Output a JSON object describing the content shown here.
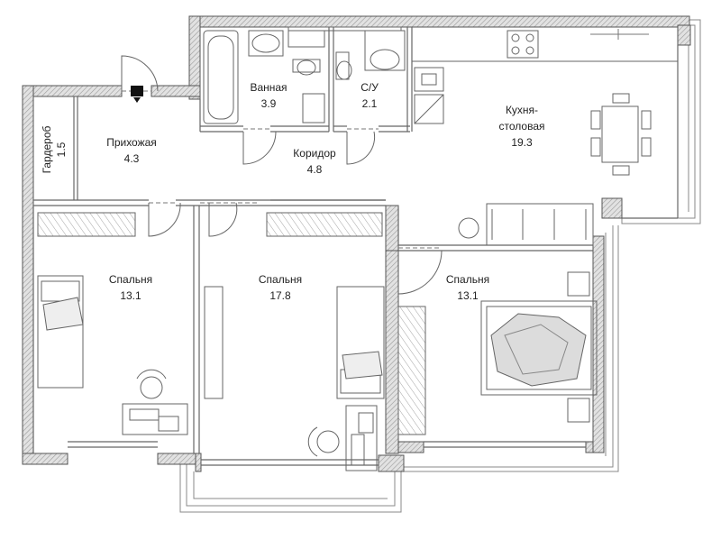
{
  "plan": {
    "rooms": [
      {
        "id": "wardrobe",
        "name": "Гардероб",
        "area": "1.5"
      },
      {
        "id": "hall",
        "name": "Прихожая",
        "area": "4.3"
      },
      {
        "id": "bathroom",
        "name": "Ванная",
        "area": "3.9"
      },
      {
        "id": "wc",
        "name": "С/У",
        "area": "2.1"
      },
      {
        "id": "corridor",
        "name": "Коридор",
        "area": "4.8"
      },
      {
        "id": "kitchen",
        "name": "Кухня-",
        "name2": "столовая",
        "area": "19.3"
      },
      {
        "id": "bedroom_left",
        "name": "Спальня",
        "area": "13.1"
      },
      {
        "id": "bedroom_mid",
        "name": "Спальня",
        "area": "17.8"
      },
      {
        "id": "bedroom_right",
        "name": "Спальня",
        "area": "13.1"
      }
    ],
    "colors": {
      "wall_fill": "#d0d0d0",
      "wall_stroke": "#555555",
      "line": "#777777",
      "hatch": "#9a9a9a",
      "text": "#222222",
      "background": "#ffffff"
    },
    "icons": [
      "entrance-marker-icon",
      "door-swing-icon",
      "bathtub-icon",
      "sink-icon",
      "toilet-icon",
      "stove-icon",
      "dining-table-icon",
      "bed-icon",
      "desk-icon",
      "office-chair-icon",
      "sofa-icon",
      "wardrobe-icon"
    ]
  }
}
